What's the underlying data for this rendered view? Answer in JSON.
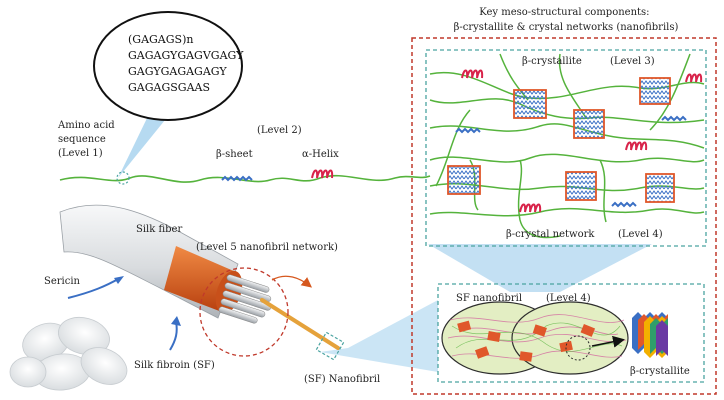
{
  "sequence_bubble": {
    "lines": [
      "(GAGAGS)n",
      "GAGAGYGAGVGAGY",
      "GAGYGAGAGAGY",
      "GAGAGSGAAS"
    ]
  },
  "labels": {
    "amino_acid": [
      "Amino acid",
      "sequence",
      "(Level 1)"
    ],
    "level2": "(Level 2)",
    "beta_sheet": "β-sheet",
    "alpha_helix": "α-Helix",
    "meso_title": [
      "Key meso-structural components:",
      "β-crystallite & crystal networks (nanofibrils)"
    ],
    "beta_crystallite_top": "β-crystallite",
    "level3": "(Level 3)",
    "crystal_network": "β-crystal network",
    "level4_network": "(Level 4)",
    "silk_fiber": "Silk fiber",
    "level5": "(Level 5 nanofibril network)",
    "sericin": "Sericin",
    "silk_fibroin": "Silk fibroin (SF)",
    "sf_nanofibril_bottom": "(SF) Nanofibril",
    "sf_nanofibril_inset": "SF nanofibril",
    "level4_inset": "(Level 4)",
    "beta_crystallite_inset": "β-crystallite"
  },
  "colors": {
    "chain": "#55b33c",
    "sheet": "#3a6fc4",
    "helix": "#d8234a",
    "crystal_border": "#e0572a",
    "callout": "#a9d3ee",
    "dashed_red": "#c0392b",
    "dashed_teal": "#4aa3a0",
    "fibroin": "#d6581e",
    "fiber_gray": "#cfd3d6"
  }
}
